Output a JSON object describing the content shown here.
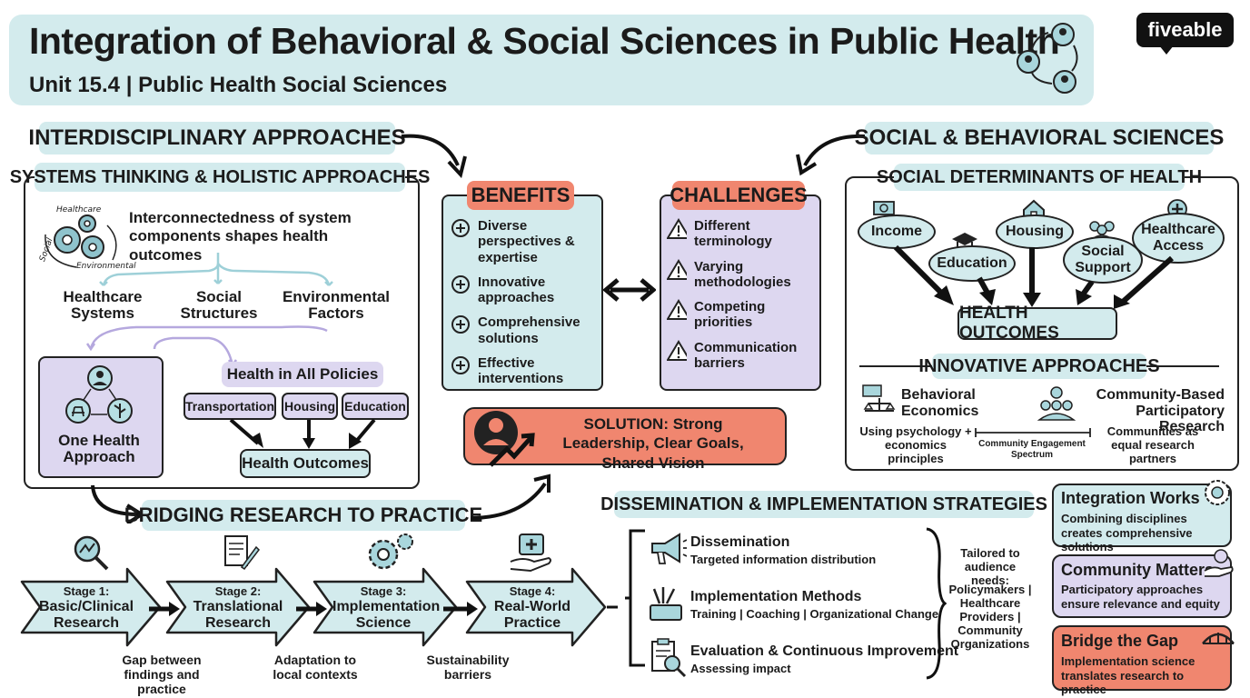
{
  "header": {
    "title": "Integration of Behavioral & Social Sciences in Public Health",
    "subtitle": "Unit 15.4 | Public Health Social Sciences",
    "logo": "fiveable"
  },
  "interdisciplinary": {
    "heading": "INTERDISCIPLINARY APPROACHES",
    "systems_heading": "SYSTEMS THINKING & HOLISTIC APPROACHES",
    "gear_labels": [
      "Healthcare",
      "Social",
      "Environmental"
    ],
    "statement": "Interconnectedness of system components shapes health outcomes",
    "components": [
      "Healthcare Systems",
      "Social Structures",
      "Environmental Factors"
    ],
    "one_health": "One Health Approach",
    "hiap": "Health in All Policies",
    "policies": [
      "Transportation",
      "Housing",
      "Education"
    ],
    "health_outcomes": "Health Outcomes"
  },
  "benefits": {
    "heading": "BENEFITS",
    "items": [
      "Diverse perspectives & expertise",
      "Innovative approaches",
      "Comprehensive solutions",
      "Effective interventions"
    ]
  },
  "challenges": {
    "heading": "CHALLENGES",
    "items": [
      "Different terminology",
      "Varying methodologies",
      "Competing priorities",
      "Communication barriers"
    ]
  },
  "solution": "SOLUTION: Strong Leadership, Clear Goals, Shared Vision",
  "social": {
    "heading": "SOCIAL & BEHAVIORAL SCIENCES",
    "sdoh_heading": "SOCIAL DETERMINANTS OF HEALTH",
    "determinants": [
      "Income",
      "Education",
      "Housing",
      "Social Support",
      "Healthcare Access"
    ],
    "outcomes": "HEALTH OUTCOMES",
    "innovative_heading": "INNOVATIVE APPROACHES",
    "behavioral_econ": "Behavioral Economics",
    "cbpr": "Community-Based Participatory Research",
    "be_desc": "Using psychology + economics principles",
    "spectrum": "Community Engagement Spectrum",
    "cbpr_desc": "Communities as equal research partners"
  },
  "bridging": {
    "heading": "BRIDGING RESEARCH TO PRACTICE",
    "stages": [
      {
        "num": "Stage 1:",
        "name": "Basic/Clinical Research"
      },
      {
        "num": "Stage 2:",
        "name": "Translational Research"
      },
      {
        "num": "Stage 3:",
        "name": "Implementation Science"
      },
      {
        "num": "Stage 4:",
        "name": "Real-World Practice"
      }
    ],
    "gaps": [
      "Gap between findings and practice",
      "Adaptation to local contexts",
      "Sustainability barriers"
    ]
  },
  "dissemination": {
    "heading": "DISSEMINATION & IMPLEMENTATION STRATEGIES",
    "items": [
      {
        "title": "Dissemination",
        "desc": "Targeted information distribution"
      },
      {
        "title": "Implementation Methods",
        "desc": "Training | Coaching | Organizational Change"
      },
      {
        "title": "Evaluation & Continuous Improvement",
        "desc": "Assessing impact"
      }
    ],
    "tailored_title": "Tailored to audience needs:",
    "audiences": "Policymakers | Healthcare Providers | Community Organizations"
  },
  "cards": [
    {
      "title": "Integration Works",
      "body": "Combining disciplines creates comprehensive solutions",
      "color": "#d3ebed"
    },
    {
      "title": "Community Matters",
      "body": "Participatory approaches ensure relevance and equity",
      "color": "#ddd7f0"
    },
    {
      "title": "Bridge the Gap",
      "body": "Implementation science translates research to practice",
      "color": "#f0866f"
    }
  ],
  "colors": {
    "teal": "#d3ebed",
    "purple": "#ddd7f0",
    "coral": "#f0866f"
  }
}
